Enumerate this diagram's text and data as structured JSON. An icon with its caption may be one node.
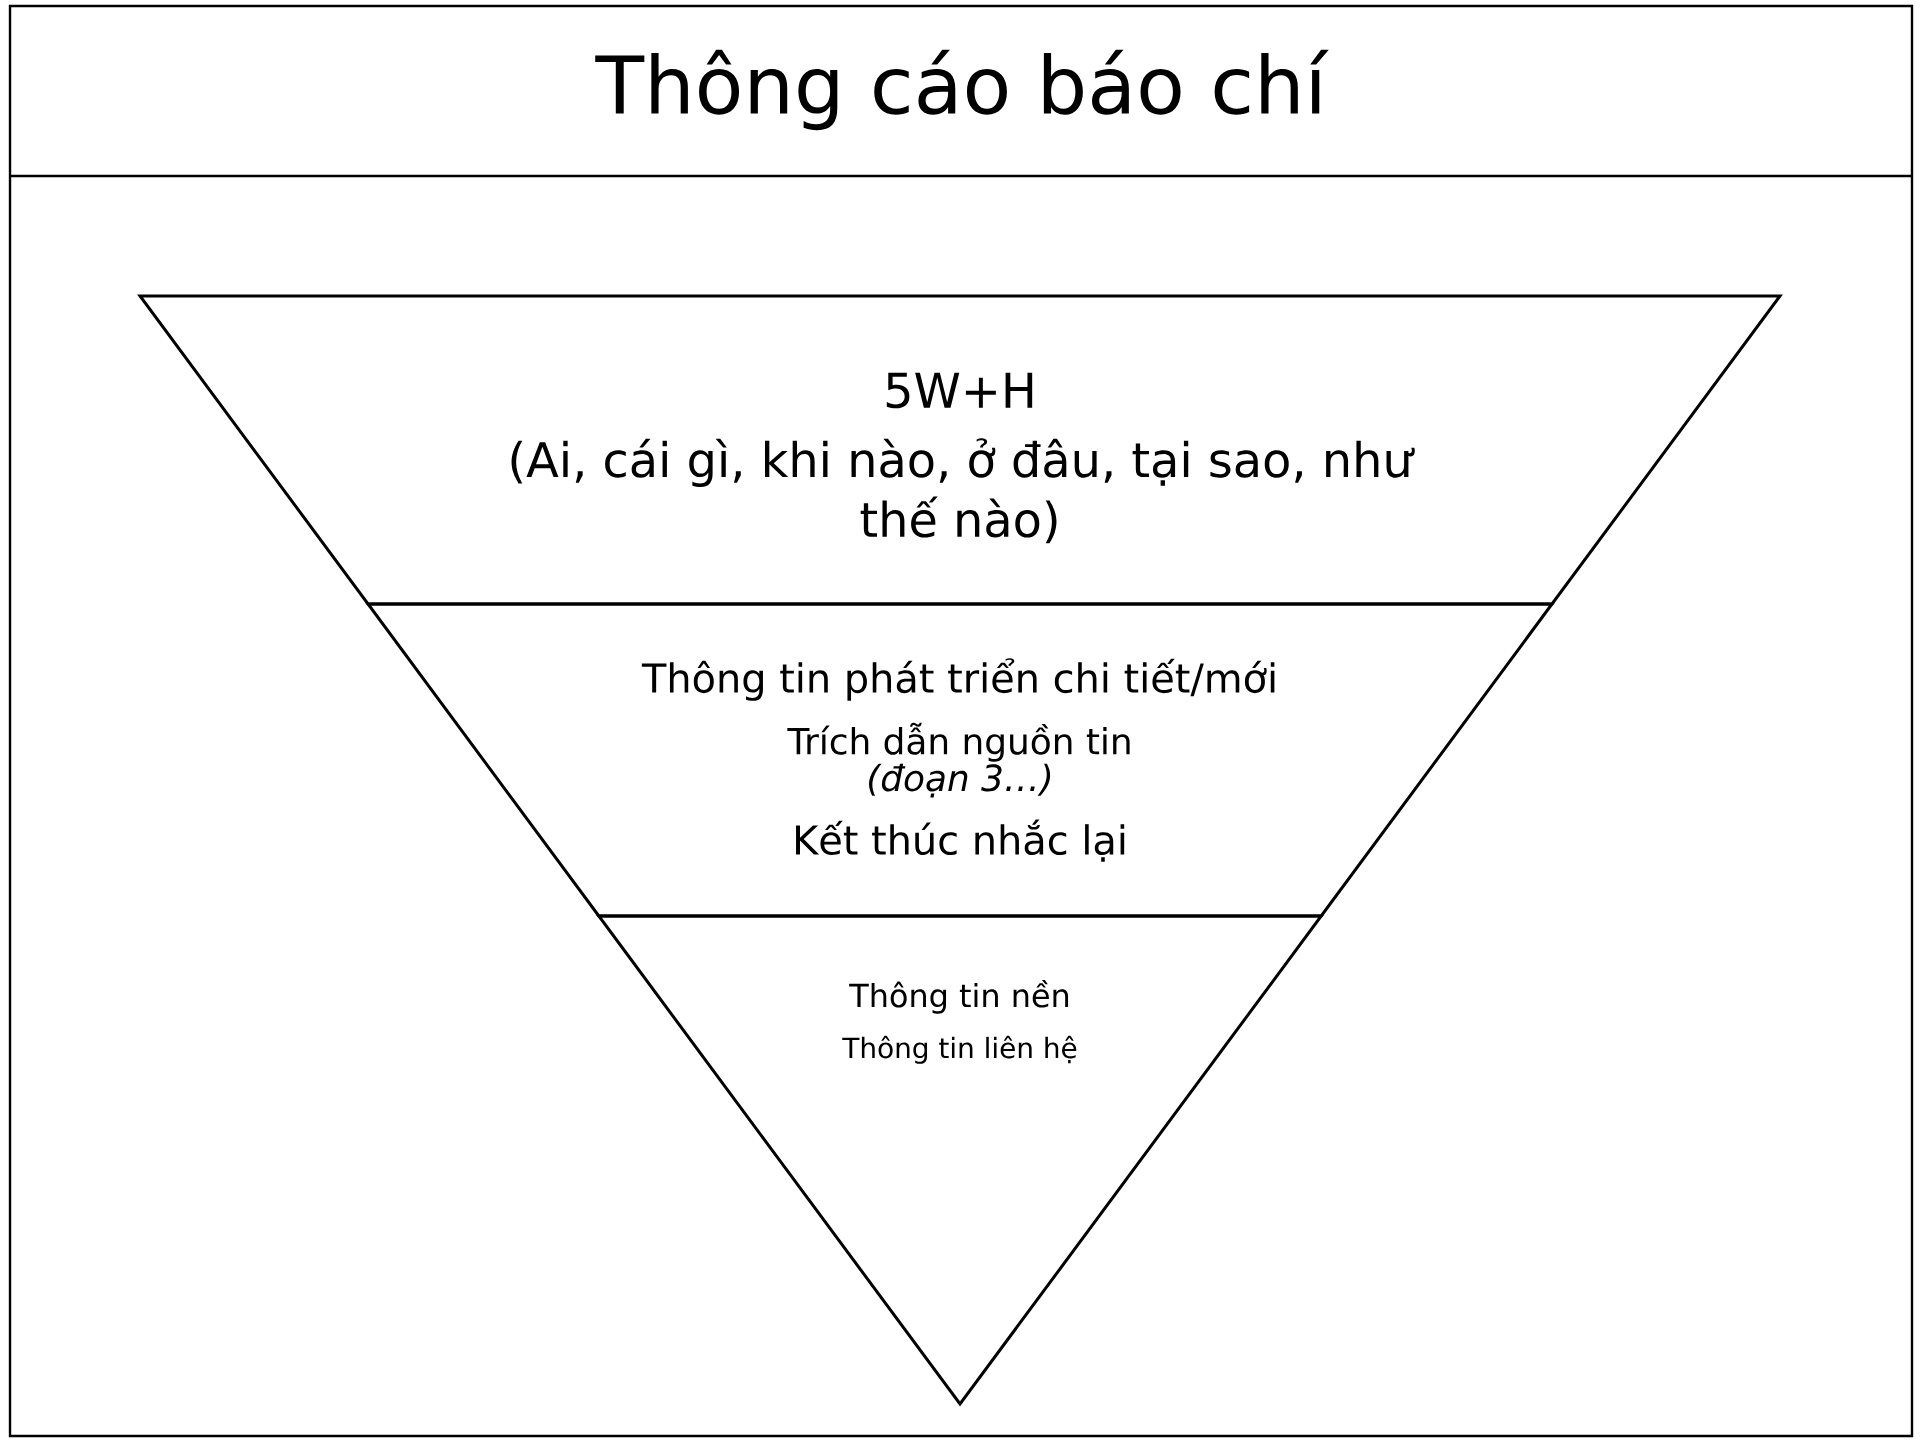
{
  "diagram": {
    "title": "Thông cáo báo chí",
    "nodes": [
      {
        "text": [
          "5W+H",
          "(Ai, cái gì, khi nào, ở đâu, tại sao, như thế nào)"
        ]
      },
      {
        "text": [
          "Thông tin phát triển chi tiết/mới",
          "Trích dẫn nguồn tin",
          "(đoạn 3…)",
          "Kết thúc nhắc lại"
        ]
      },
      {
        "text": [
          "Thông tin nền",
          "Thông tin liên hệ"
        ]
      }
    ]
  }
}
